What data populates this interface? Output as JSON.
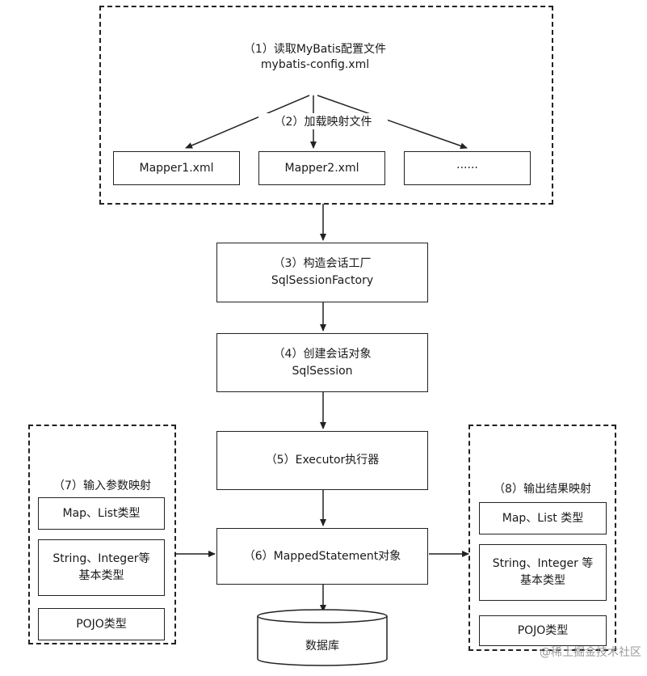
{
  "top_group": {
    "line1": "（1）读取MyBatis配置文件",
    "line2": "mybatis-config.xml",
    "load_label": "（2）加载映射文件",
    "mappers": [
      "Mapper1.xml",
      "Mapper2.xml",
      "······"
    ]
  },
  "step3": {
    "line1": "（3）构造会话工厂",
    "line2": "SqlSessionFactory"
  },
  "step4": {
    "line1": "（4）创建会话对象",
    "line2": "SqlSession"
  },
  "step5": {
    "line1": "（5）Executor执行器"
  },
  "step6": {
    "line1": "（6）MappedStatement对象"
  },
  "database": {
    "label": "数据库"
  },
  "input_group": {
    "title": "（7）输入参数映射",
    "items": [
      "Map、List类型",
      "String、Integer等",
      "基本类型",
      "POJO类型"
    ]
  },
  "output_group": {
    "title": "（8）输出结果映射",
    "items": [
      "Map、List 类型",
      "String、Integer 等",
      "基本类型",
      "POJO类型"
    ]
  },
  "watermark": "@稀土掘金技术社区"
}
